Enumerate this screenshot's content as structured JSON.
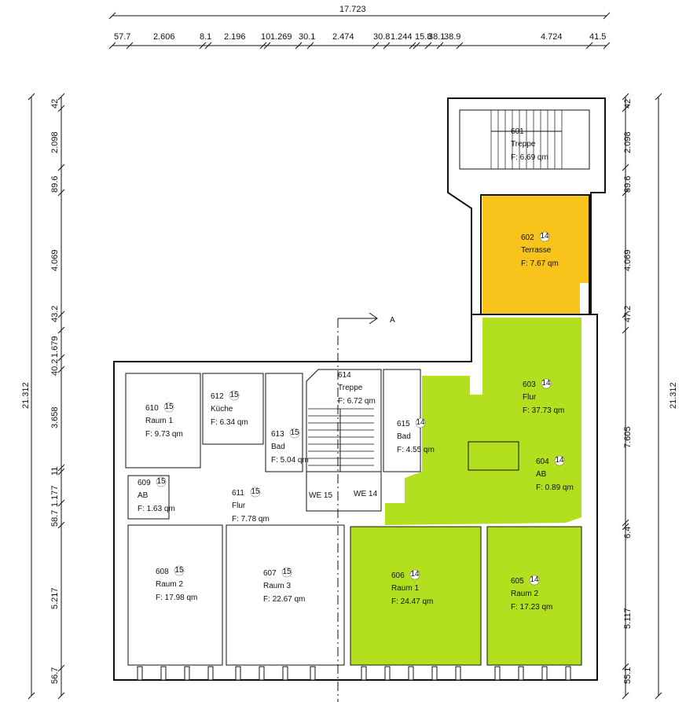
{
  "colors": {
    "green": "#b2e01e",
    "orange": "#f8c31a",
    "line": "#111111"
  },
  "dimensions": {
    "top_total": "17.723",
    "top_segments": [
      "57.7",
      "2.606",
      "8.1",
      "2.196",
      "10",
      "1.269",
      "30.1",
      "2.474",
      "30.8",
      "1.244",
      "15.8",
      "38.1",
      "38.9",
      "4.724",
      "41.5"
    ],
    "left_total": "21.312",
    "left_segments": [
      "42",
      "2.098",
      "89.6",
      "4.069",
      "43.2",
      "1.679",
      "40.2",
      "3.658",
      "11",
      "1.177",
      "58.7",
      "5.217",
      "56.7"
    ],
    "right_total": "21.312",
    "right_segments": [
      "42",
      "2.098",
      "89.6",
      "4.069",
      "47.2",
      "7.605",
      "6.4",
      "5.117",
      "55.1"
    ]
  },
  "rooms": [
    {
      "number": "601",
      "name": "Treppe",
      "area": "F: 6.69 qm",
      "unit": ""
    },
    {
      "number": "602",
      "name": "Terrasse",
      "area": "F: 7.67 qm",
      "unit": "14"
    },
    {
      "number": "603",
      "name": "Flur",
      "area": "F: 37.73 qm",
      "unit": "14"
    },
    {
      "number": "604",
      "name": "AB",
      "area": "F: 0.89 qm",
      "unit": "14"
    },
    {
      "number": "605",
      "name": "Raum 2",
      "area": "F: 17.23 qm",
      "unit": "14"
    },
    {
      "number": "606",
      "name": "Raum 1",
      "area": "F: 24.47 qm",
      "unit": "14"
    },
    {
      "number": "607",
      "name": "Raum 3",
      "area": "F: 22.67 qm",
      "unit": "15"
    },
    {
      "number": "608",
      "name": "Raum 2",
      "area": "F: 17.98 qm",
      "unit": "15"
    },
    {
      "number": "609",
      "name": "AB",
      "area": "F: 1.63 qm",
      "unit": "15"
    },
    {
      "number": "610",
      "name": "Raum 1",
      "area": "F: 9.73 qm",
      "unit": "15"
    },
    {
      "number": "611",
      "name": "Flur",
      "area": "F: 7.78 qm",
      "unit": "15"
    },
    {
      "number": "612",
      "name": "Küche",
      "area": "F: 6.34 qm",
      "unit": "15"
    },
    {
      "number": "613",
      "name": "Bad",
      "area": "F: 5.04 qm",
      "unit": "15"
    },
    {
      "number": "614",
      "name": "Treppe",
      "area": "F: 6.72 qm",
      "unit": ""
    },
    {
      "number": "615",
      "name": "Bad",
      "area": "F: 4.55 qm",
      "unit": "14"
    }
  ],
  "apartment_labels": [
    "WE 15",
    "WE 14"
  ],
  "section_label": "A"
}
